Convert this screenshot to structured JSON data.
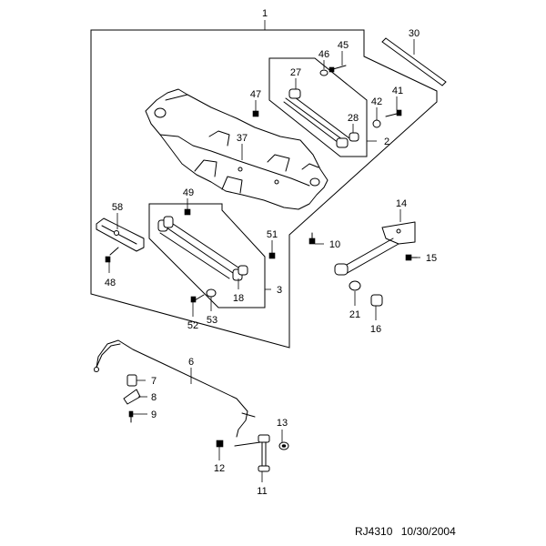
{
  "diagram": {
    "callouts": [
      "1",
      "30",
      "45",
      "46",
      "27",
      "47",
      "42",
      "41",
      "28",
      "2",
      "37",
      "49",
      "58",
      "51",
      "10",
      "14",
      "15",
      "48",
      "18",
      "3",
      "52",
      "53",
      "21",
      "16",
      "6",
      "7",
      "8",
      "9",
      "13",
      "12",
      "11"
    ]
  },
  "footer": {
    "code": "RJ4310",
    "date": "10/30/2004"
  }
}
